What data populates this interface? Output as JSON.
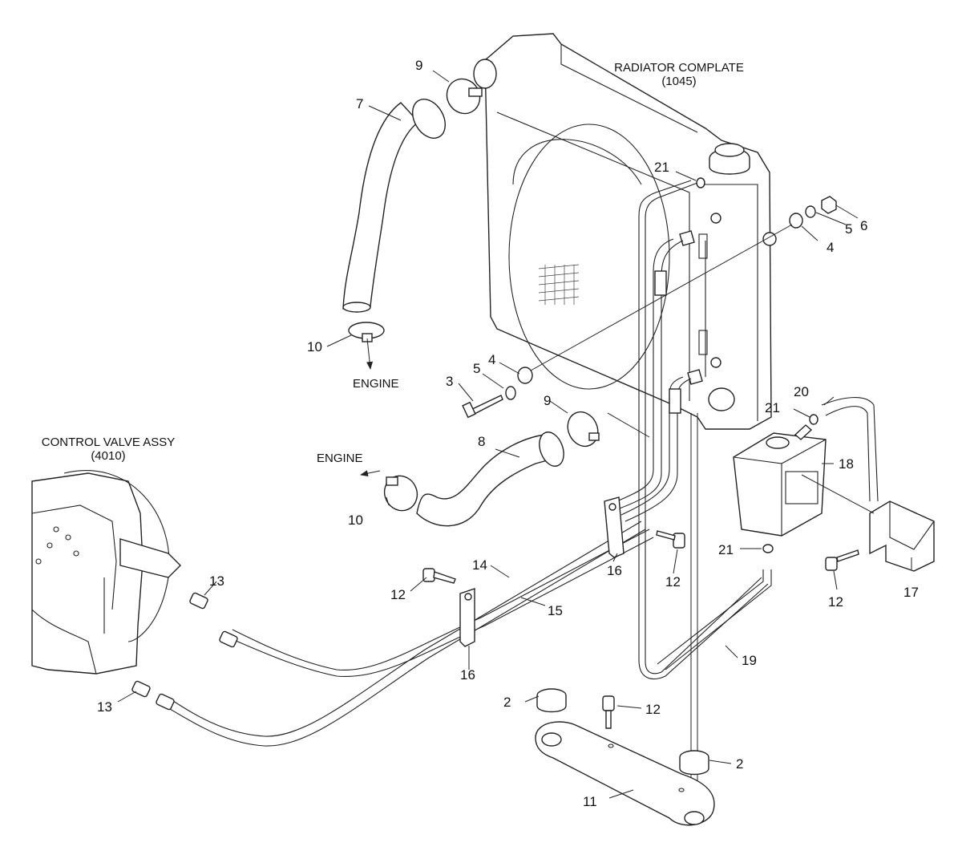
{
  "titles": {
    "radiator": {
      "name": "RADIATOR COMPLATE",
      "code": "(1045)"
    },
    "control_valve": {
      "name": "CONTROL VALVE ASSY",
      "code": "(4010)"
    }
  },
  "engine_labels": [
    "ENGINE",
    "ENGINE"
  ],
  "callouts": {
    "c2a": "2",
    "c2b": "2",
    "c3": "3",
    "c4a": "4",
    "c4b": "4",
    "c5a": "5",
    "c5b": "5",
    "c6": "6",
    "c7": "7",
    "c8": "8",
    "c9a": "9",
    "c9b": "9",
    "c10a": "10",
    "c10b": "10",
    "c11": "11",
    "c12a": "12",
    "c12b": "12",
    "c12c": "12",
    "c12d": "12",
    "c13a": "13",
    "c13b": "13",
    "c14": "14",
    "c15": "15",
    "c16a": "16",
    "c16b": "16",
    "c17": "17",
    "c18": "18",
    "c19": "19",
    "c20": "20",
    "c21a": "21",
    "c21b": "21",
    "c21c": "21"
  }
}
